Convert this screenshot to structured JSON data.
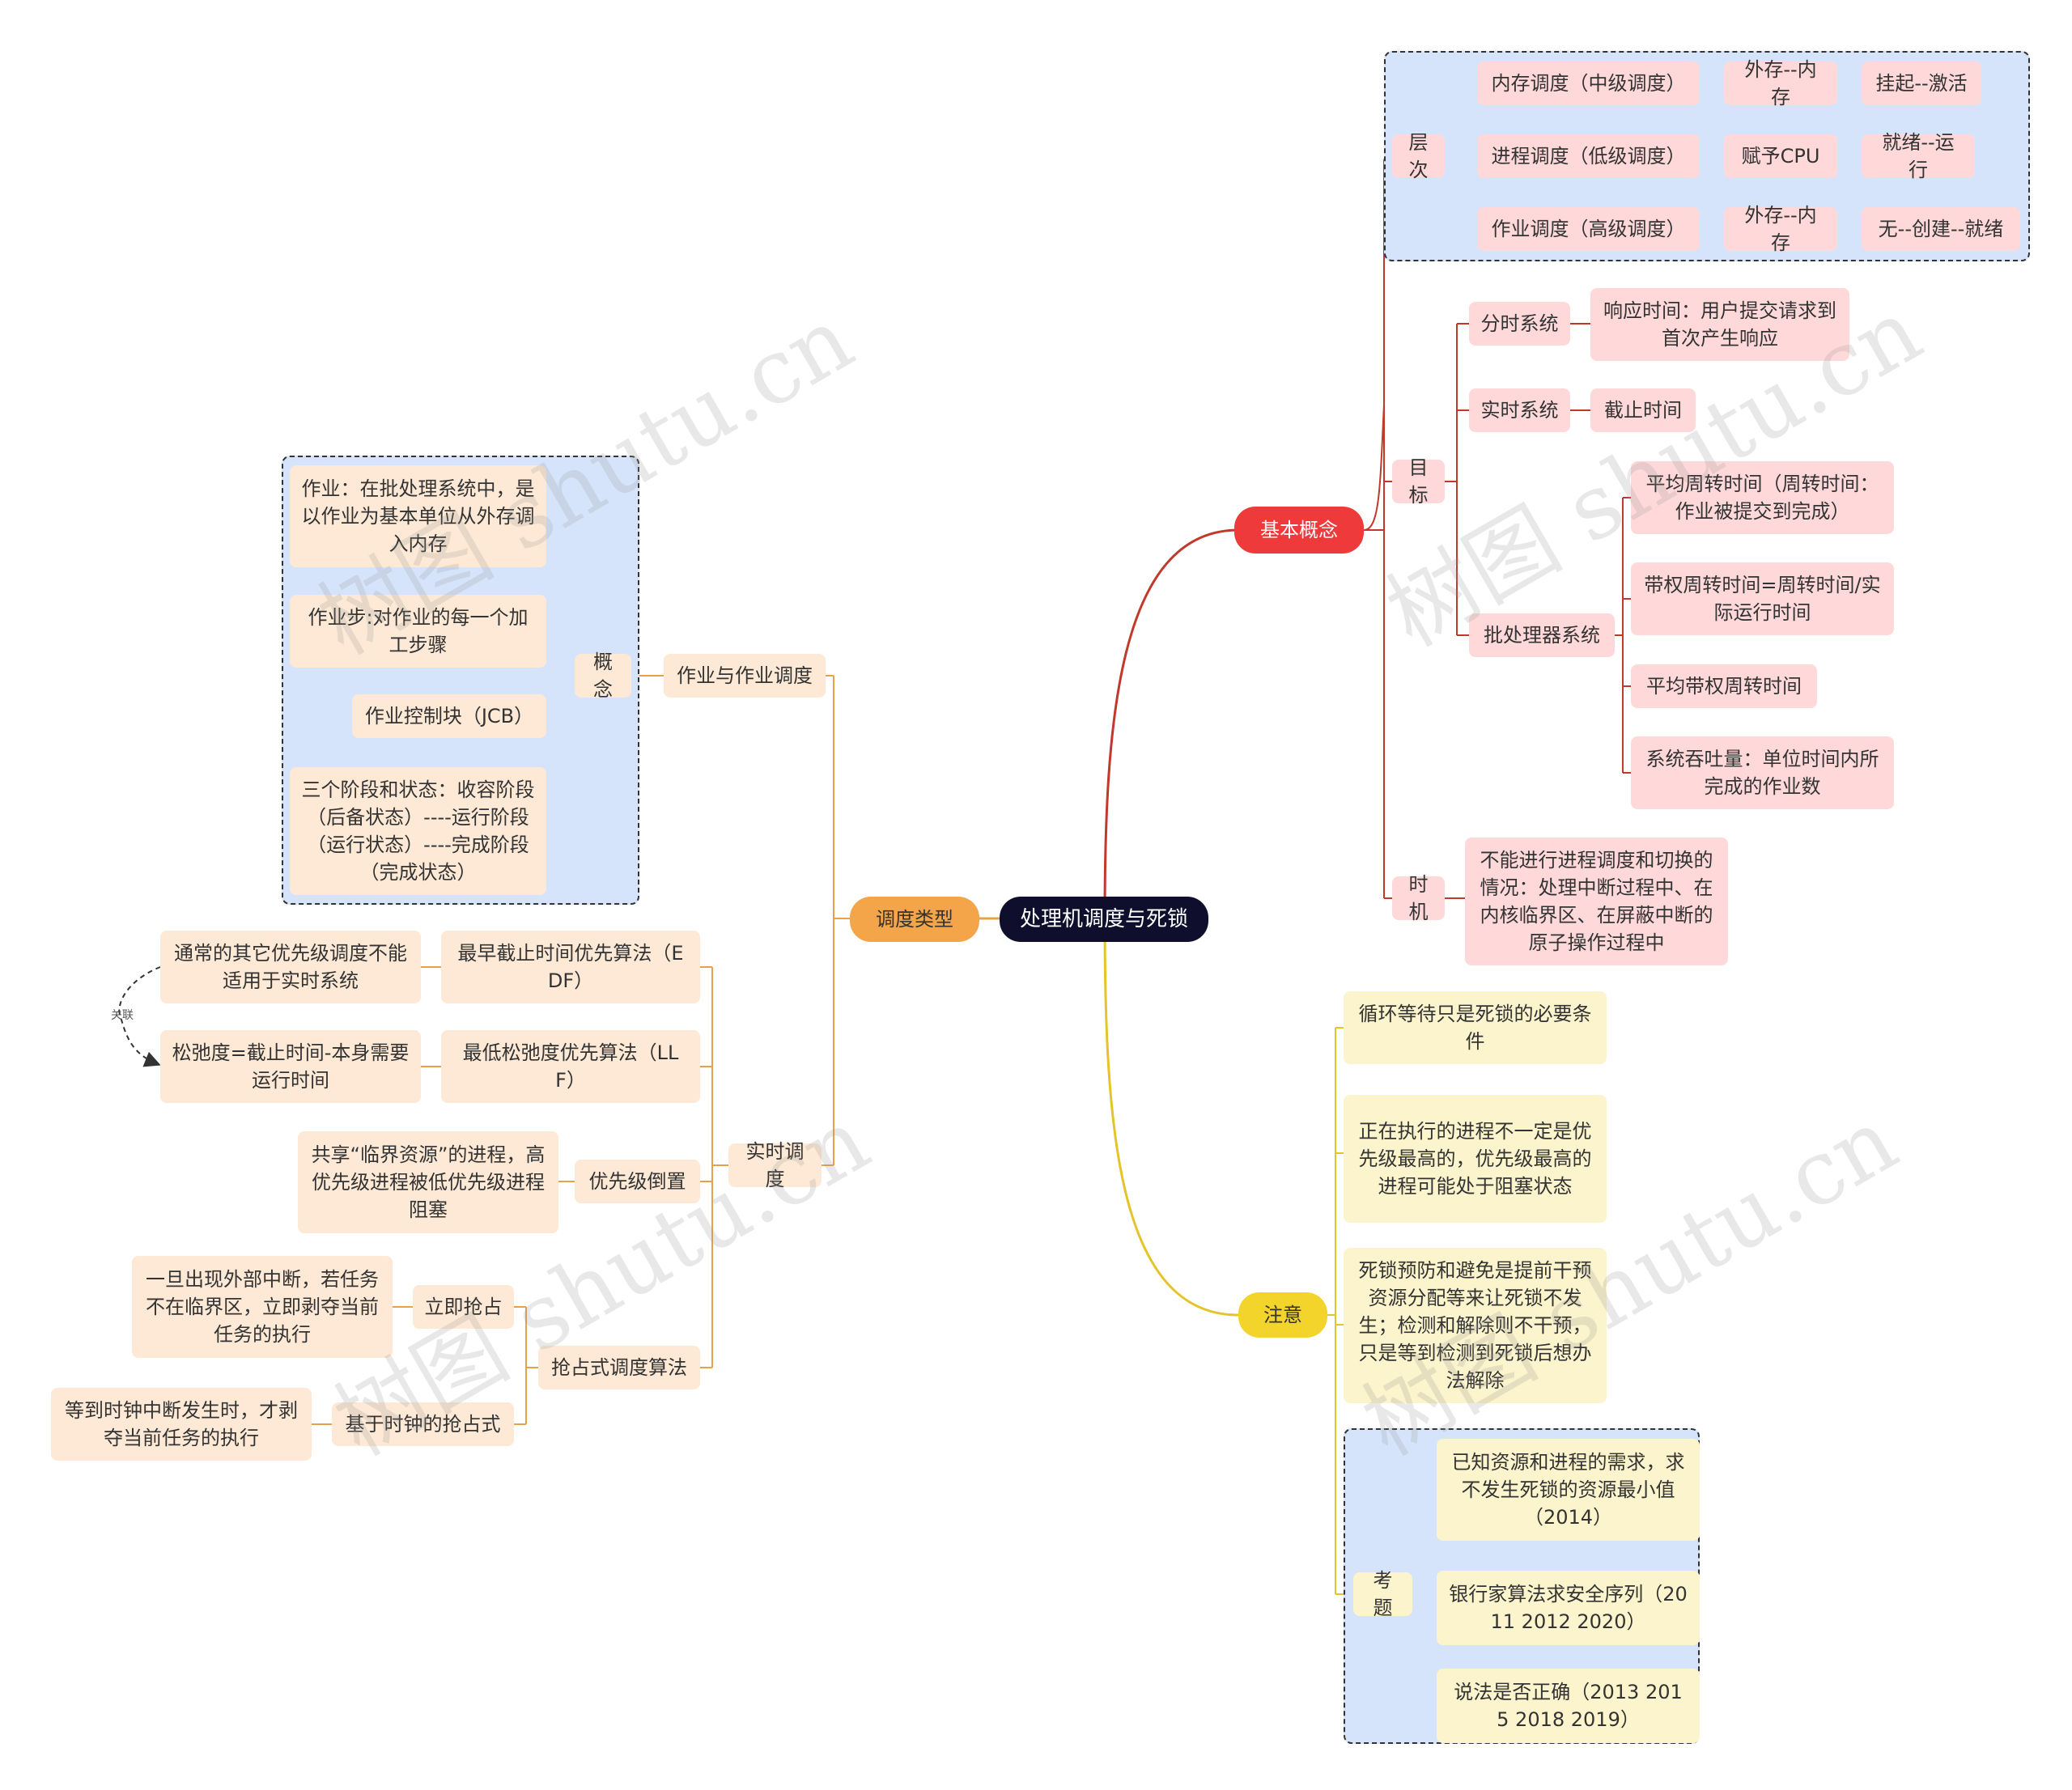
{
  "root": "处理机调度与死锁",
  "basic": {
    "label": "基本概念",
    "level": {
      "label": "层次",
      "mid": [
        "内存调度（中级调度）",
        "外存--内存",
        "挂起--激活"
      ],
      "low": [
        "进程调度（低级调度）",
        "赋予CPU",
        "就绪--运行"
      ],
      "high": [
        "作业调度（高级调度）",
        "外存--内存",
        "无--创建--就绪"
      ]
    },
    "goal": {
      "label": "目标",
      "timeshare": "分时系统",
      "timeshare_desc": "响应时间：用户提交请求到首次产生响应",
      "realtime": "实时系统",
      "realtime_desc": "截止时间",
      "batch": "批处理器系统",
      "batch_items": [
        "平均周转时间（周转时间：作业被提交到完成）",
        "带权周转时间=周转时间/实际运行时间",
        "平均带权周转时间",
        "系统吞吐量：单位时间内所完成的作业数"
      ]
    },
    "timing": {
      "label": "时机",
      "desc": "不能进行进程调度和切换的情况：处理中断过程中、在内核临界区、在屏蔽中断的原子操作过程中"
    }
  },
  "types": {
    "label": "调度类型",
    "job": {
      "label": "作业与作业调度",
      "concept": "概念",
      "items": [
        "作业：在批处理系统中，是以作业为基本单位从外存调入内存",
        "作业步:对作业的每一个加工步骤",
        "作业控制块（JCB）",
        "三个阶段和状态：收容阶段（后备状态）----运行阶段（运行状态）----完成阶段（完成状态）"
      ]
    },
    "realtime": {
      "label": "实时调度",
      "edf": "最早截止时间优先算法（EDF）",
      "edf_desc": "通常的其它优先级调度不能适用于实时系统",
      "llf": "最低松弛度优先算法（LLF）",
      "llf_desc": "松弛度=截止时间-本身需要运行时间",
      "relation": "关联",
      "inversion": "优先级倒置",
      "inversion_desc": "共享“临界资源”的进程，高优先级进程被低优先级进程阻塞",
      "preempt": "抢占式调度算法",
      "immediate": "立即抢占",
      "immediate_desc": "一旦出现外部中断，若任务不在临界区，立即剥夺当前任务的执行",
      "clock": "基于时钟的抢占式",
      "clock_desc": "等到时钟中断发生时，才剥夺当前任务的执行"
    }
  },
  "notes": {
    "label": "注意",
    "items": [
      "循环等待只是死锁的必要条件",
      "正在执行的进程不一定是优先级最高的，优先级最高的进程可能处于阻塞状态",
      "死锁预防和避免是提前干预资源分配等来让死锁不发生；检测和解除则不干预，只是等到检测到死锁后想办法解除"
    ],
    "exam": {
      "label": "考题",
      "items": [
        "已知资源和进程的需求，求不发生死锁的资源最小值（2014）",
        "银行家算法求安全序列（2011 2012 2020）",
        "说法是否正确（2013 2015 2018 2019）"
      ]
    }
  },
  "watermark": "树图 shutu.cn",
  "colors": {
    "red_branch": "#c0392b",
    "orange_branch": "#e7a14b",
    "yellow_branch": "#e5c42a"
  }
}
